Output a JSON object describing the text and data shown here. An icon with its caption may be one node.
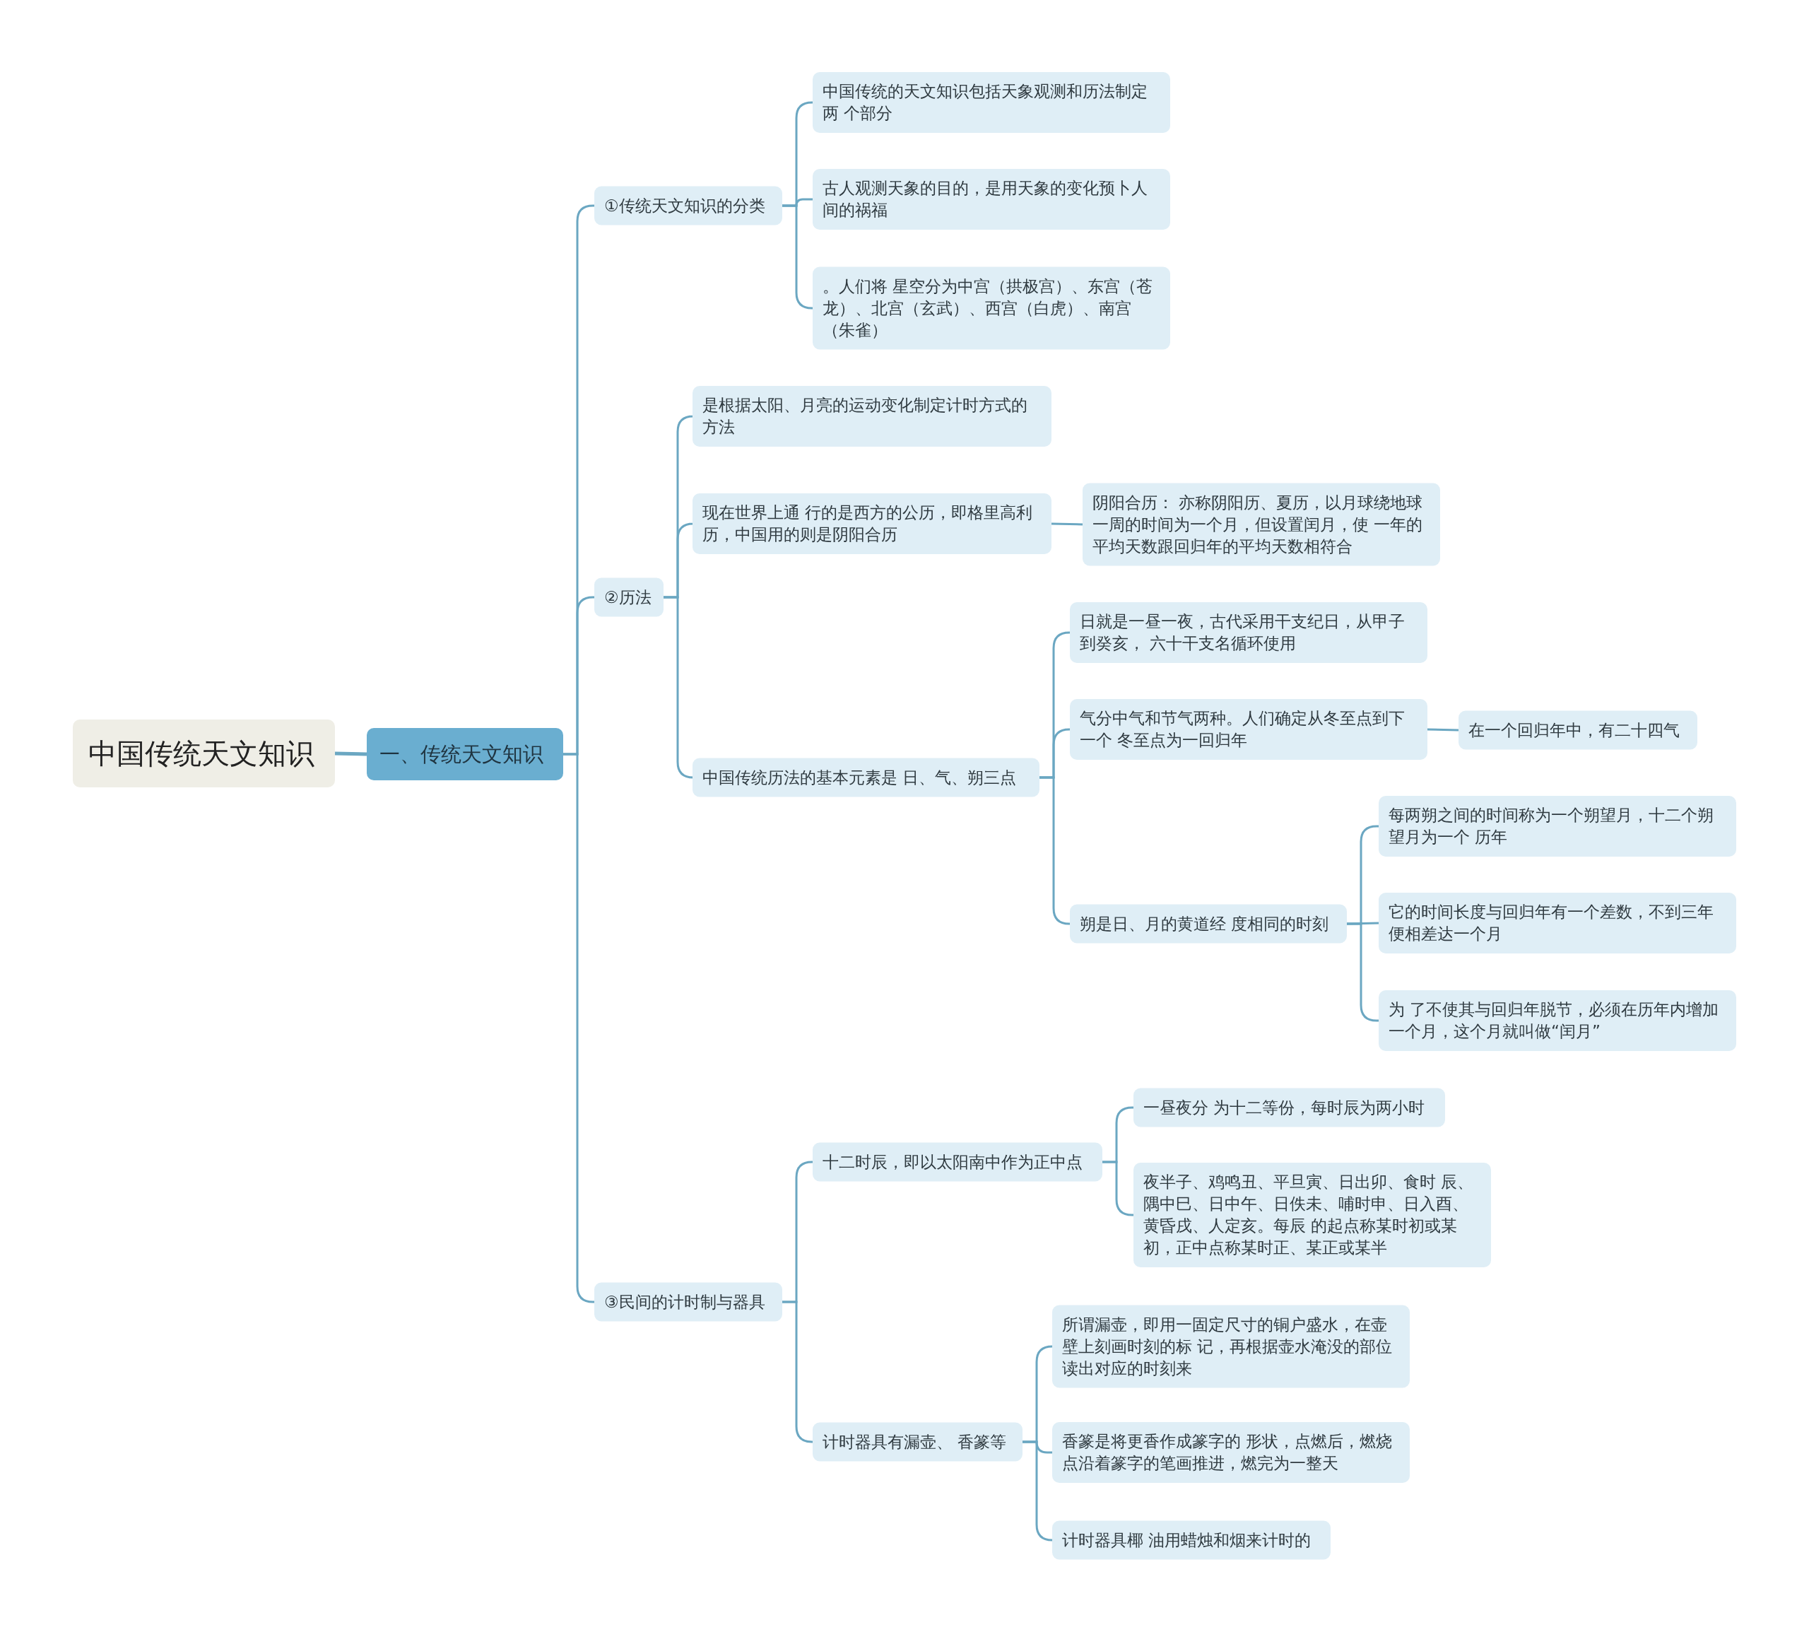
{
  "diagram": {
    "nodes": [
      {
        "text": [
          "中国传统天文知识"
        ]
      },
      {
        "text": [
          "一、传统天文知识"
        ]
      },
      {
        "text": [
          "①传统天文知识的分类"
        ]
      },
      {
        "text": [
          "中国传统的天文知识包括天象观测和历法制定两 个部分"
        ]
      },
      {
        "text": [
          "古人观测天象的目的，是用天象的变化预卜人间的祸福"
        ]
      },
      {
        "text": [
          "。人们将 星空分为中宫（拱极宫）、东宫（苍龙）、北宫（玄武）、西宫（白虎）、南宫（朱雀）"
        ]
      },
      {
        "text": [
          "②历法"
        ]
      },
      {
        "text": [
          "是根据太阳、月亮的运动变化制定计时方式的方法"
        ]
      },
      {
        "text": [
          "现在世界上通 行的是西方的公历，即格里高利历，中国用的则是阴阳合历"
        ]
      },
      {
        "text": [
          "阴阳合历： 亦称阴阳历、夏历，以月球绕地球一周的时间为一个月，但设置闰月，使 一年的平均天数跟回归年的平均天数相符合"
        ]
      },
      {
        "text": [
          "中国传统历法的基本元素是 日、气、朔三点"
        ]
      },
      {
        "text": [
          "日就是一昼一夜，古代采用干支纪日，从甲子到癸亥， 六十干支名循环使用"
        ]
      },
      {
        "text": [
          "气分中气和节气两种。人们确定从冬至点到下一个 冬至点为一回归年"
        ]
      },
      {
        "text": [
          "在一个回归年中，有二十四气"
        ]
      },
      {
        "text": [
          "朔是日、月的黄道经 度相同的时刻"
        ]
      },
      {
        "text": [
          "每两朔之间的时间称为一个朔望月，十二个朔望月为一个 历年"
        ]
      },
      {
        "text": [
          "它的时间长度与回归年有一个差数，不到三年便相差达一个月"
        ]
      },
      {
        "text": [
          "为 了不使其与回归年脱节，必须在历年内增加一个月，这个月就叫做“闰月”"
        ]
      },
      {
        "text": [
          "③民间的计时制与器具"
        ]
      },
      {
        "text": [
          "十二时辰，即以太阳南中作为正中点"
        ]
      },
      {
        "text": [
          "一昼夜分 为十二等份，每时辰为两小时"
        ]
      },
      {
        "text": [
          "夜半子、鸡鸣丑、平旦寅、日出卯、食时 辰、隅中巳、日中午、日佚未、哺时申、日入酉、黄昏戌、人定亥。每辰 的起点称某时初或某初，正中点称某时正、某正或某半"
        ]
      },
      {
        "text": [
          "计时器具有漏壶、 香篆等"
        ]
      },
      {
        "text": [
          "所谓漏壶，即用一固定尺寸的铜户盛水，在壶壁上刻画时刻的标 记，再根据壶水淹没的部位读出对应的时刻来"
        ]
      },
      {
        "text": [
          "香篆是将更香作成篆字的 形状，点燃后，燃烧点沿着篆字的笔画推进，燃完为一整天"
        ]
      },
      {
        "text": [
          "计时器具椰 油用蜡烛和烟来计时的"
        ]
      }
    ],
    "edges": [
      {
        "from": 0,
        "to": 1,
        "arrow": "none"
      },
      {
        "from": 1,
        "to": 2,
        "arrow": "none"
      },
      {
        "from": 2,
        "to": 3,
        "arrow": "none"
      },
      {
        "from": 2,
        "to": 4,
        "arrow": "none"
      },
      {
        "from": 2,
        "to": 5,
        "arrow": "none"
      },
      {
        "from": 1,
        "to": 6,
        "arrow": "none"
      },
      {
        "from": 6,
        "to": 7,
        "arrow": "none"
      },
      {
        "from": 6,
        "to": 8,
        "arrow": "none"
      },
      {
        "from": 8,
        "to": 9,
        "arrow": "none"
      },
      {
        "from": 6,
        "to": 10,
        "arrow": "none"
      },
      {
        "from": 10,
        "to": 11,
        "arrow": "none"
      },
      {
        "from": 10,
        "to": 12,
        "arrow": "none"
      },
      {
        "from": 12,
        "to": 13,
        "arrow": "none"
      },
      {
        "from": 10,
        "to": 14,
        "arrow": "none"
      },
      {
        "from": 14,
        "to": 15,
        "arrow": "none"
      },
      {
        "from": 14,
        "to": 16,
        "arrow": "none"
      },
      {
        "from": 14,
        "to": 17,
        "arrow": "none"
      },
      {
        "from": 1,
        "to": 18,
        "arrow": "none"
      },
      {
        "from": 18,
        "to": 19,
        "arrow": "none"
      },
      {
        "from": 19,
        "to": 20,
        "arrow": "none"
      },
      {
        "from": 19,
        "to": 21,
        "arrow": "none"
      },
      {
        "from": 18,
        "to": 22,
        "arrow": "none"
      },
      {
        "from": 22,
        "to": 23,
        "arrow": "none"
      },
      {
        "from": 22,
        "to": 24,
        "arrow": "none"
      },
      {
        "from": 22,
        "to": 25,
        "arrow": "none"
      }
    ]
  }
}
